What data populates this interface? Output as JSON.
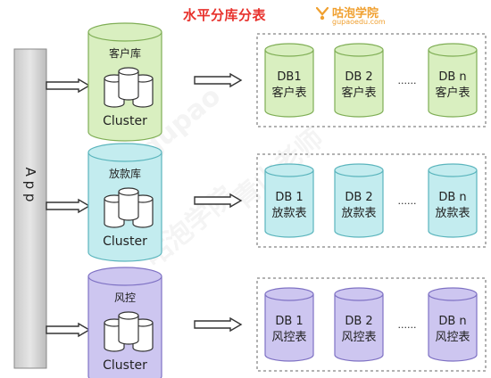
{
  "title": "水平分库分表",
  "logo": {
    "name": "咕泡学院",
    "url": "gupaoedu.com",
    "color": "#f0a030"
  },
  "watermark": {
    "lines": [
      "咕泡学院",
      "青山老师",
      "gupao"
    ]
  },
  "app": {
    "label": "A p p"
  },
  "dot_separator": "......",
  "groups": [
    {
      "db_label": "客户库",
      "cluster_label": "Cluster",
      "fill": "#d9efc0",
      "stroke": "#7fae55",
      "shards": [
        {
          "line1": "DB1",
          "line2": "客户表"
        },
        {
          "line1": "DB 2",
          "line2": "客户表"
        },
        {
          "line1": "DB n",
          "line2": "客户表"
        }
      ]
    },
    {
      "db_label": "放款库",
      "cluster_label": "Cluster",
      "fill": "#c3ecef",
      "stroke": "#5bb5bd",
      "shards": [
        {
          "line1": "DB 1",
          "line2": "放款表"
        },
        {
          "line1": "DB 2",
          "line2": "放款表"
        },
        {
          "line1": "DB n",
          "line2": "放款表"
        }
      ]
    },
    {
      "db_label": "风控",
      "cluster_label": "Cluster",
      "fill": "#cdc6f0",
      "stroke": "#7f72c4",
      "shards": [
        {
          "line1": "DB 1",
          "line2": "风控表"
        },
        {
          "line1": "DB 2",
          "line2": "风控表"
        },
        {
          "line1": "DB n",
          "line2": "风控表"
        }
      ]
    }
  ]
}
